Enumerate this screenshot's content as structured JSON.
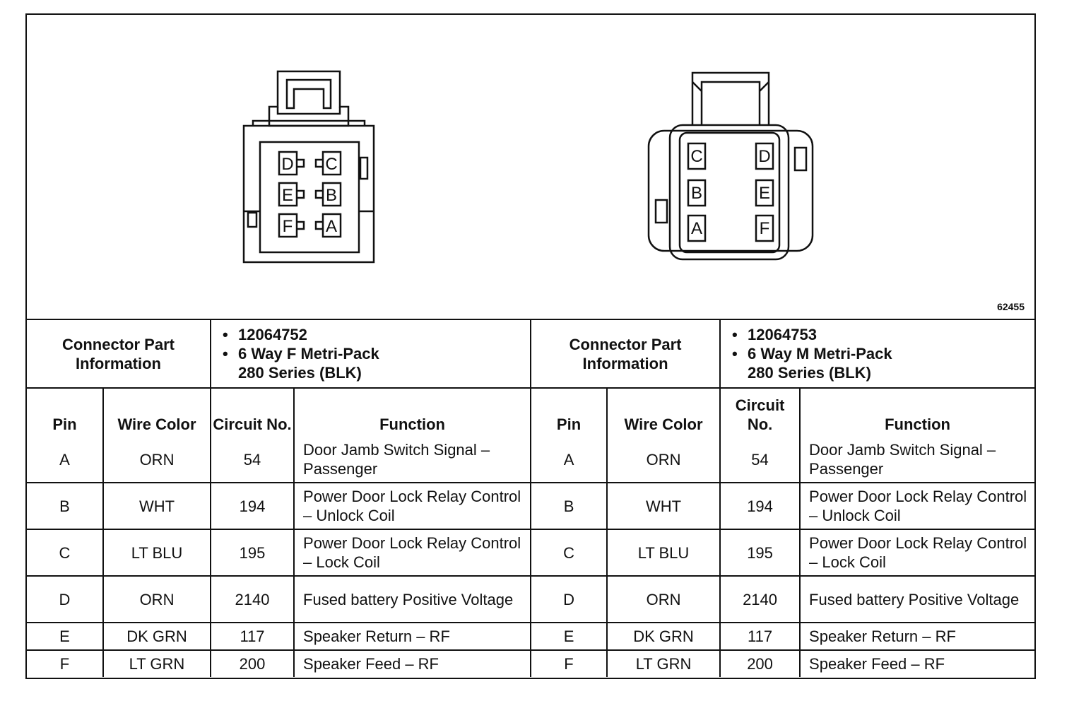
{
  "figure": {
    "number": "62455",
    "connector_f_pins": [
      "D",
      "C",
      "E",
      "B",
      "F",
      "A"
    ],
    "connector_m_pins": [
      "C",
      "D",
      "B",
      "E",
      "A",
      "F"
    ]
  },
  "left": {
    "part_label": "Connector Part Information",
    "part_items": [
      "12064752",
      "6 Way F Metri-Pack",
      "280 Series (BLK)"
    ],
    "headers": {
      "pin": "Pin",
      "wire": "Wire Color",
      "circuit": "Circuit No.",
      "function": "Function"
    },
    "rows": [
      {
        "pin": "A",
        "wire": "ORN",
        "circuit": "54",
        "function": "Door Jamb Switch Signal – Passenger"
      },
      {
        "pin": "B",
        "wire": "WHT",
        "circuit": "194",
        "function": "Power Door Lock Relay Control – Unlock Coil"
      },
      {
        "pin": "C",
        "wire": "LT BLU",
        "circuit": "195",
        "function": "Power Door Lock Relay Control – Lock Coil"
      },
      {
        "pin": "D",
        "wire": "ORN",
        "circuit": "2140",
        "function": "Fused battery Positive Voltage"
      },
      {
        "pin": "E",
        "wire": "DK GRN",
        "circuit": "117",
        "function": "Speaker Return – RF"
      },
      {
        "pin": "F",
        "wire": "LT GRN",
        "circuit": "200",
        "function": "Speaker Feed – RF"
      }
    ]
  },
  "right": {
    "part_label": "Connector Part Information",
    "part_items": [
      "12064753",
      "6 Way M Metri-Pack",
      "280 Series (BLK)"
    ],
    "headers": {
      "pin": "Pin",
      "wire": "Wire Color",
      "circuit": "Circuit No.",
      "function": "Function"
    },
    "rows": [
      {
        "pin": "A",
        "wire": "ORN",
        "circuit": "54",
        "function": "Door Jamb Switch Signal – Passenger"
      },
      {
        "pin": "B",
        "wire": "WHT",
        "circuit": "194",
        "function": "Power Door Lock Relay Control – Unlock Coil"
      },
      {
        "pin": "C",
        "wire": "LT BLU",
        "circuit": "195",
        "function": "Power Door Lock Relay Control – Lock Coil"
      },
      {
        "pin": "D",
        "wire": "ORN",
        "circuit": "2140",
        "function": "Fused battery Positive Voltage"
      },
      {
        "pin": "E",
        "wire": "DK GRN",
        "circuit": "117",
        "function": "Speaker Return – RF"
      },
      {
        "pin": "F",
        "wire": "LT GRN",
        "circuit": "200",
        "function": "Speaker Feed – RF"
      }
    ]
  }
}
